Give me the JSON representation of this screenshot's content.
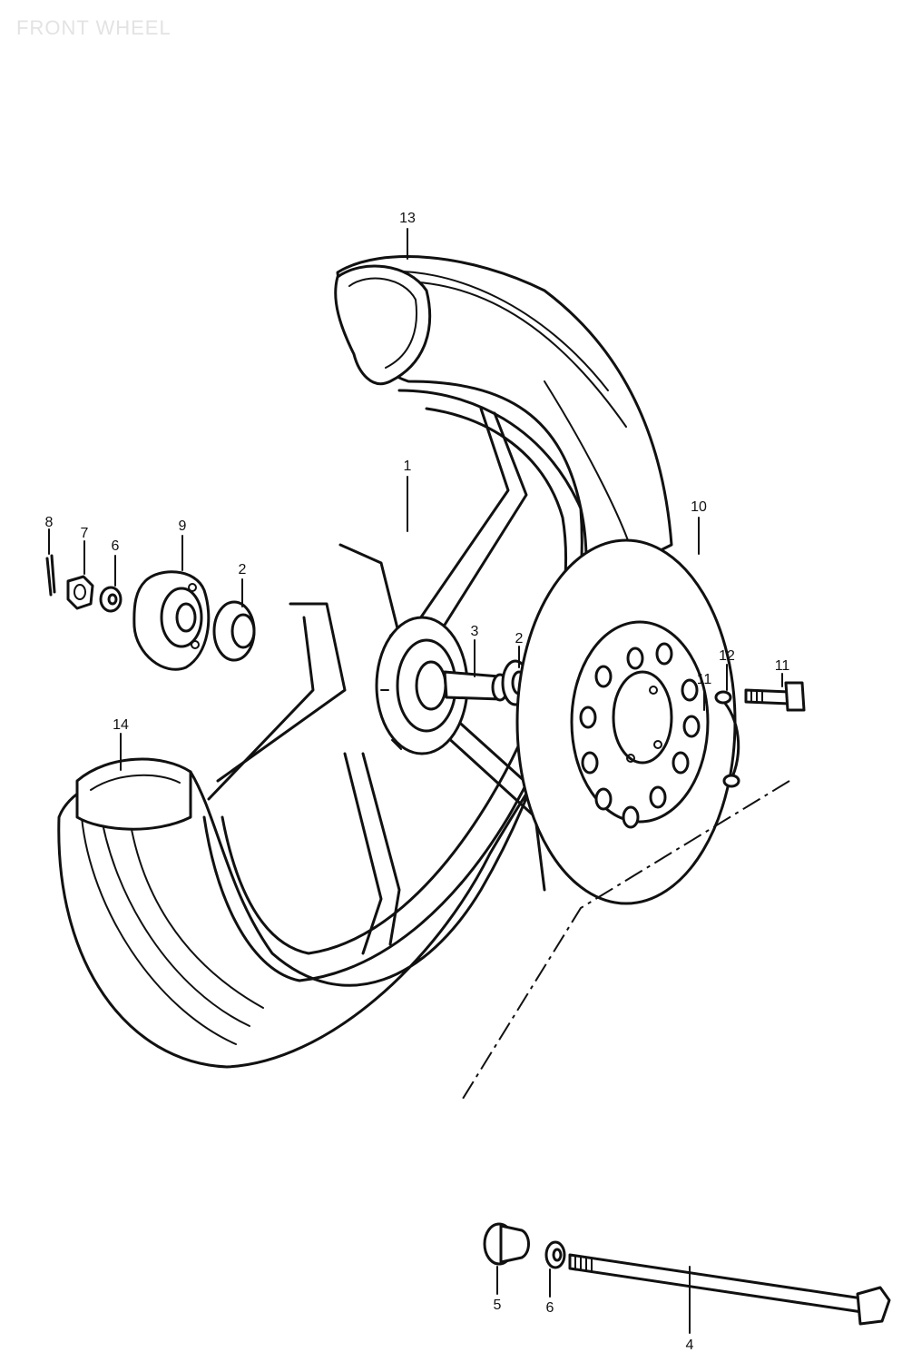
{
  "title": "FRONT WHEEL",
  "callouts": {
    "wheel": "1",
    "bearing_left": "2",
    "bearing_right": "2",
    "spacer": "3",
    "axle": "4",
    "spacer_collar": "5",
    "washer_left": "6",
    "washer_right": "6",
    "nut": "7",
    "cotter_pin": "8",
    "gearbox": "9",
    "disc": "10",
    "bolt_outer": "11",
    "bolt_inner": "11",
    "lock_washer": "12",
    "tube": "13",
    "tire": "14"
  }
}
